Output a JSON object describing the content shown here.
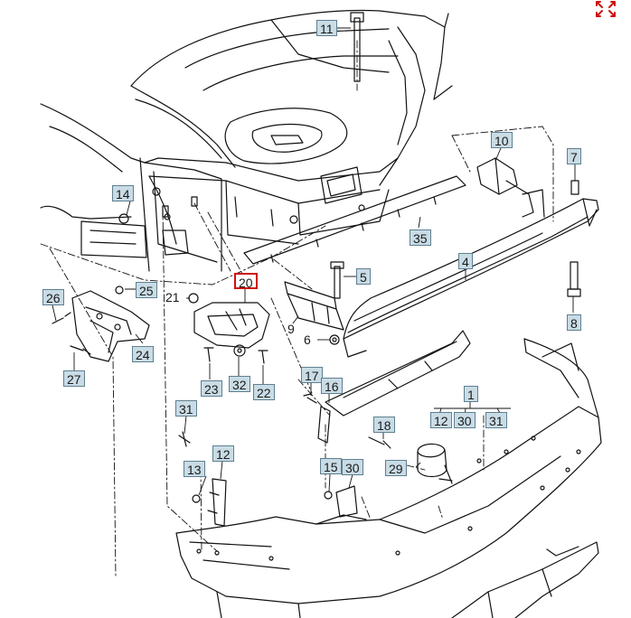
{
  "diagram": {
    "parts": [
      {
        "id": "p11",
        "label": "11"
      },
      {
        "id": "p10",
        "label": "10"
      },
      {
        "id": "p7",
        "label": "7"
      },
      {
        "id": "p14",
        "label": "14"
      },
      {
        "id": "p35",
        "label": "35"
      },
      {
        "id": "p4",
        "label": "4"
      },
      {
        "id": "p5",
        "label": "5"
      },
      {
        "id": "p20",
        "label": "20",
        "highlighted": true
      },
      {
        "id": "p26",
        "label": "26"
      },
      {
        "id": "p25",
        "label": "25"
      },
      {
        "id": "p21",
        "label": "21"
      },
      {
        "id": "p9",
        "label": "9"
      },
      {
        "id": "p8",
        "label": "8"
      },
      {
        "id": "p6",
        "label": "6"
      },
      {
        "id": "p24",
        "label": "24"
      },
      {
        "id": "p27",
        "label": "27"
      },
      {
        "id": "p23",
        "label": "23"
      },
      {
        "id": "p32",
        "label": "32"
      },
      {
        "id": "p22",
        "label": "22"
      },
      {
        "id": "p17",
        "label": "17"
      },
      {
        "id": "p16",
        "label": "16"
      },
      {
        "id": "p1",
        "label": "1"
      },
      {
        "id": "p12b",
        "label": "12"
      },
      {
        "id": "p30b",
        "label": "30"
      },
      {
        "id": "p31b",
        "label": "31"
      },
      {
        "id": "p18",
        "label": "18"
      },
      {
        "id": "p31",
        "label": "31"
      },
      {
        "id": "p29",
        "label": "29"
      },
      {
        "id": "p12",
        "label": "12"
      },
      {
        "id": "p13",
        "label": "13"
      },
      {
        "id": "p15",
        "label": "15"
      },
      {
        "id": "p30",
        "label": "30"
      }
    ],
    "highlight_color": "#cc1111",
    "label_fill": "#c9dce6"
  }
}
